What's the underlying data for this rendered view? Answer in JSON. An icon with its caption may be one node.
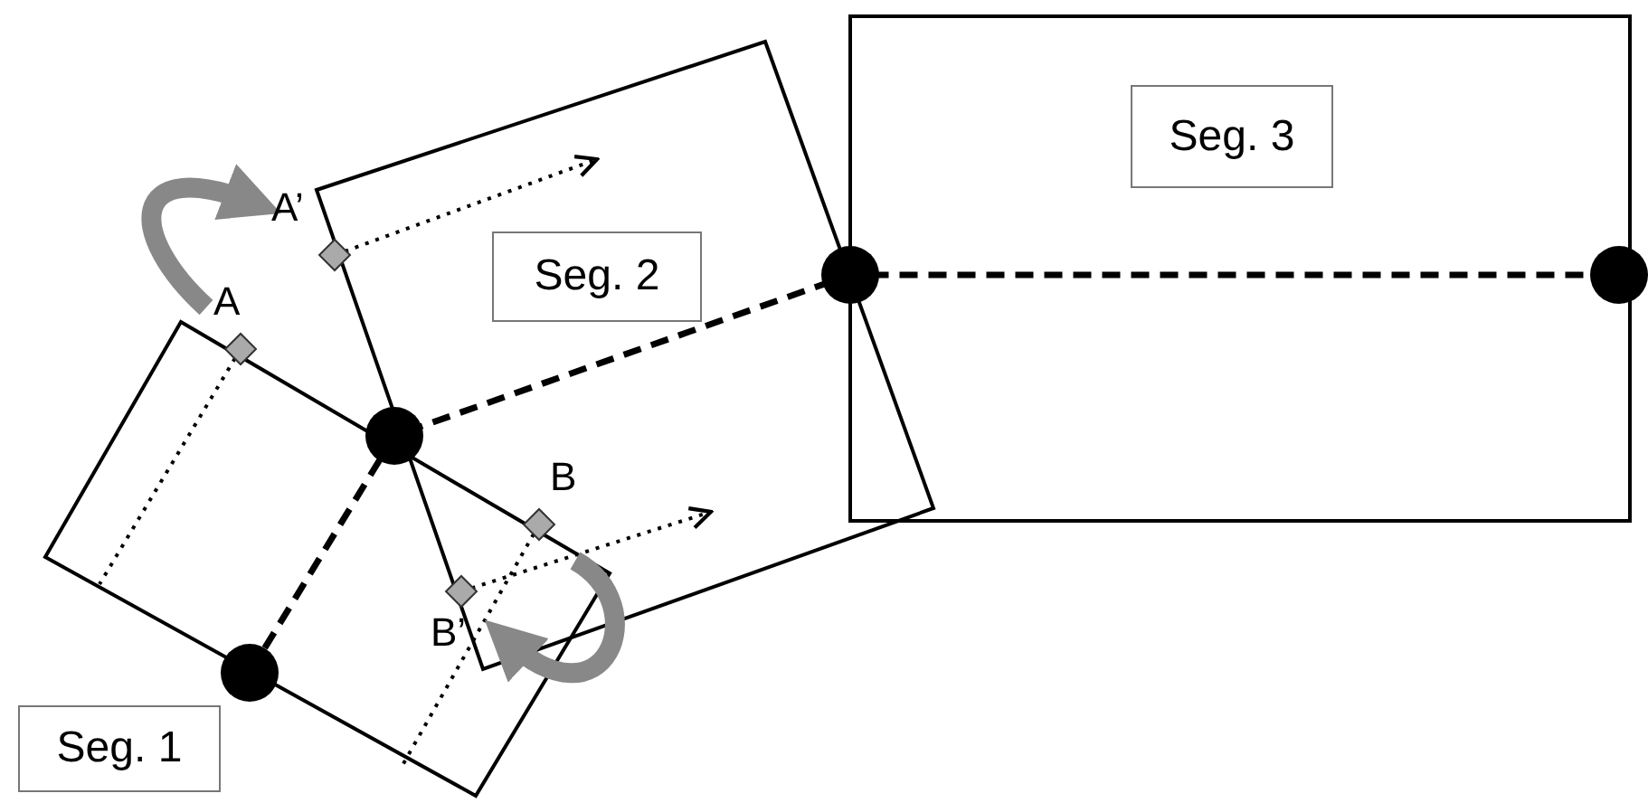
{
  "diagram": {
    "nodes": [
      {
        "text": [
          "Seg. 1"
        ]
      },
      {
        "text": [
          "Seg. 2"
        ]
      },
      {
        "text": [
          "Seg. 3"
        ]
      }
    ],
    "labels": [
      "A’",
      "A",
      "B",
      "B’"
    ]
  }
}
